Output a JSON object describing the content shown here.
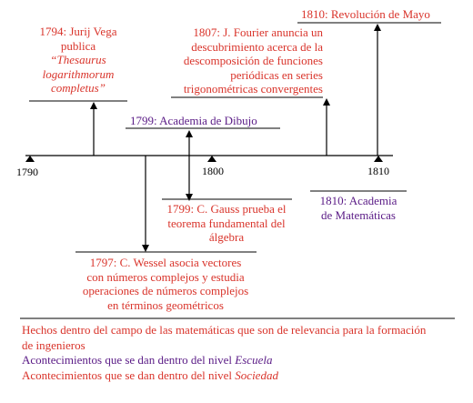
{
  "axis": {
    "ticks": [
      "1790",
      "1800",
      "1810"
    ]
  },
  "events": {
    "vega": {
      "year": "1794",
      "line1": "1794: Jurij Vega",
      "line2": "publica",
      "line3": "“Thesaurus",
      "line4": "logarithmorum",
      "line5": "completus”",
      "color": "#d9342b"
    },
    "fourier": {
      "line1": "1807: J. Fourier anuncia un",
      "line2": "descubrimiento acerca de la",
      "line3": "descomposición de funciones",
      "line4": "periódicas en series",
      "line5": "trigonométricas convergentes",
      "color": "#d9342b"
    },
    "revolucion": {
      "label": "1810: Revolución de Mayo",
      "color": "#d9342b"
    },
    "dibujo": {
      "label": "1799: Academia de Dibujo",
      "color": "#5a1b86"
    },
    "gauss": {
      "line1": "1799: C. Gauss prueba el",
      "line2": "teorema fundamental del",
      "line3": "álgebra",
      "color": "#d9342b"
    },
    "matematicas": {
      "line1": "1810: Academia",
      "line2": "de Matemáticas",
      "color": "#5a1b86"
    },
    "wessel": {
      "line1": "1797: C. Wessel asocia vectores",
      "line2": "con números complejos y estudia",
      "line3": "operaciones de números complejos",
      "line4": "en términos geométricos",
      "color": "#d9342b"
    }
  },
  "legend": {
    "line1": "Hechos dentro del campo de las matemáticas que son de relevancia para la formación",
    "line2": "de ingenieros",
    "line3_prefix": "Acontecimientos que se dan dentro del nivel ",
    "line3_italic": "Escuela",
    "line4_prefix": "Acontecimientos que se dan dentro del nivel ",
    "line4_italic": "Sociedad",
    "colors": {
      "math": "#d9342b",
      "escuela": "#5a1b86",
      "sociedad": "#d9342b"
    }
  }
}
